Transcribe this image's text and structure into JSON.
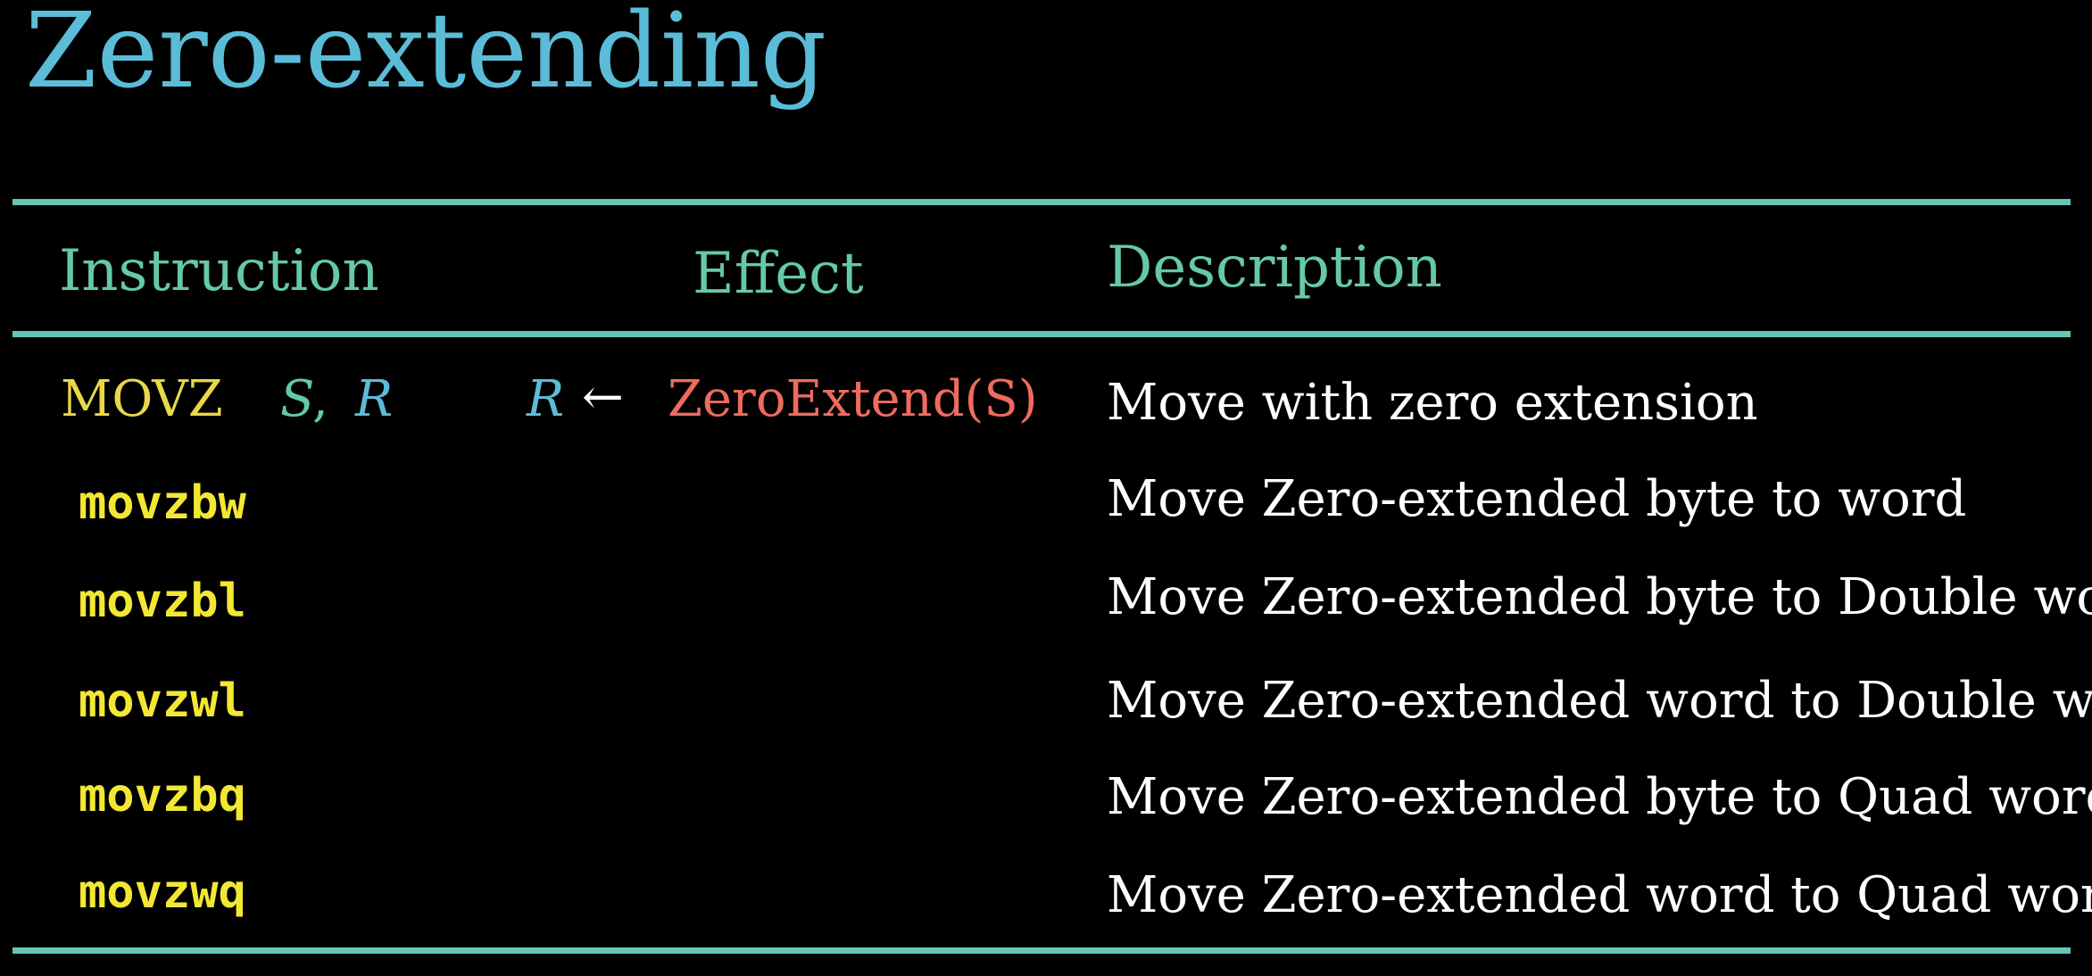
{
  "title": "Zero-extending",
  "table": {
    "headers": {
      "instruction": "Instruction",
      "effect": "Effect",
      "description": "Description"
    },
    "generic_row": {
      "mnemonic": "MOVZ",
      "operand_s": "S",
      "comma": ",",
      "operand_r": "R",
      "effect_dest": "R",
      "effect_arrow": "←",
      "effect_expr": "ZeroExtend(S)",
      "description": "Move with zero extension"
    },
    "rows": [
      {
        "mnemonic": "movzbw",
        "description": "Move Zero-extended byte to word"
      },
      {
        "mnemonic": "movzbl",
        "description": "Move Zero-extended byte to Double word"
      },
      {
        "mnemonic": "movzwl",
        "description": "Move Zero-extended word to Double word"
      },
      {
        "mnemonic": "movzbq",
        "description": "Move Zero-extended byte to Quad word"
      },
      {
        "mnemonic": "movzwq",
        "description": "Move Zero-extended word to Quad word"
      }
    ]
  },
  "colors": {
    "background": "#000000",
    "title": "#5bbcd8",
    "rule": "#63c7b8",
    "header": "#66c9a5",
    "mnemonic": "#f2e733",
    "effect_expr": "#ee6b5e",
    "description": "#ffffff"
  }
}
